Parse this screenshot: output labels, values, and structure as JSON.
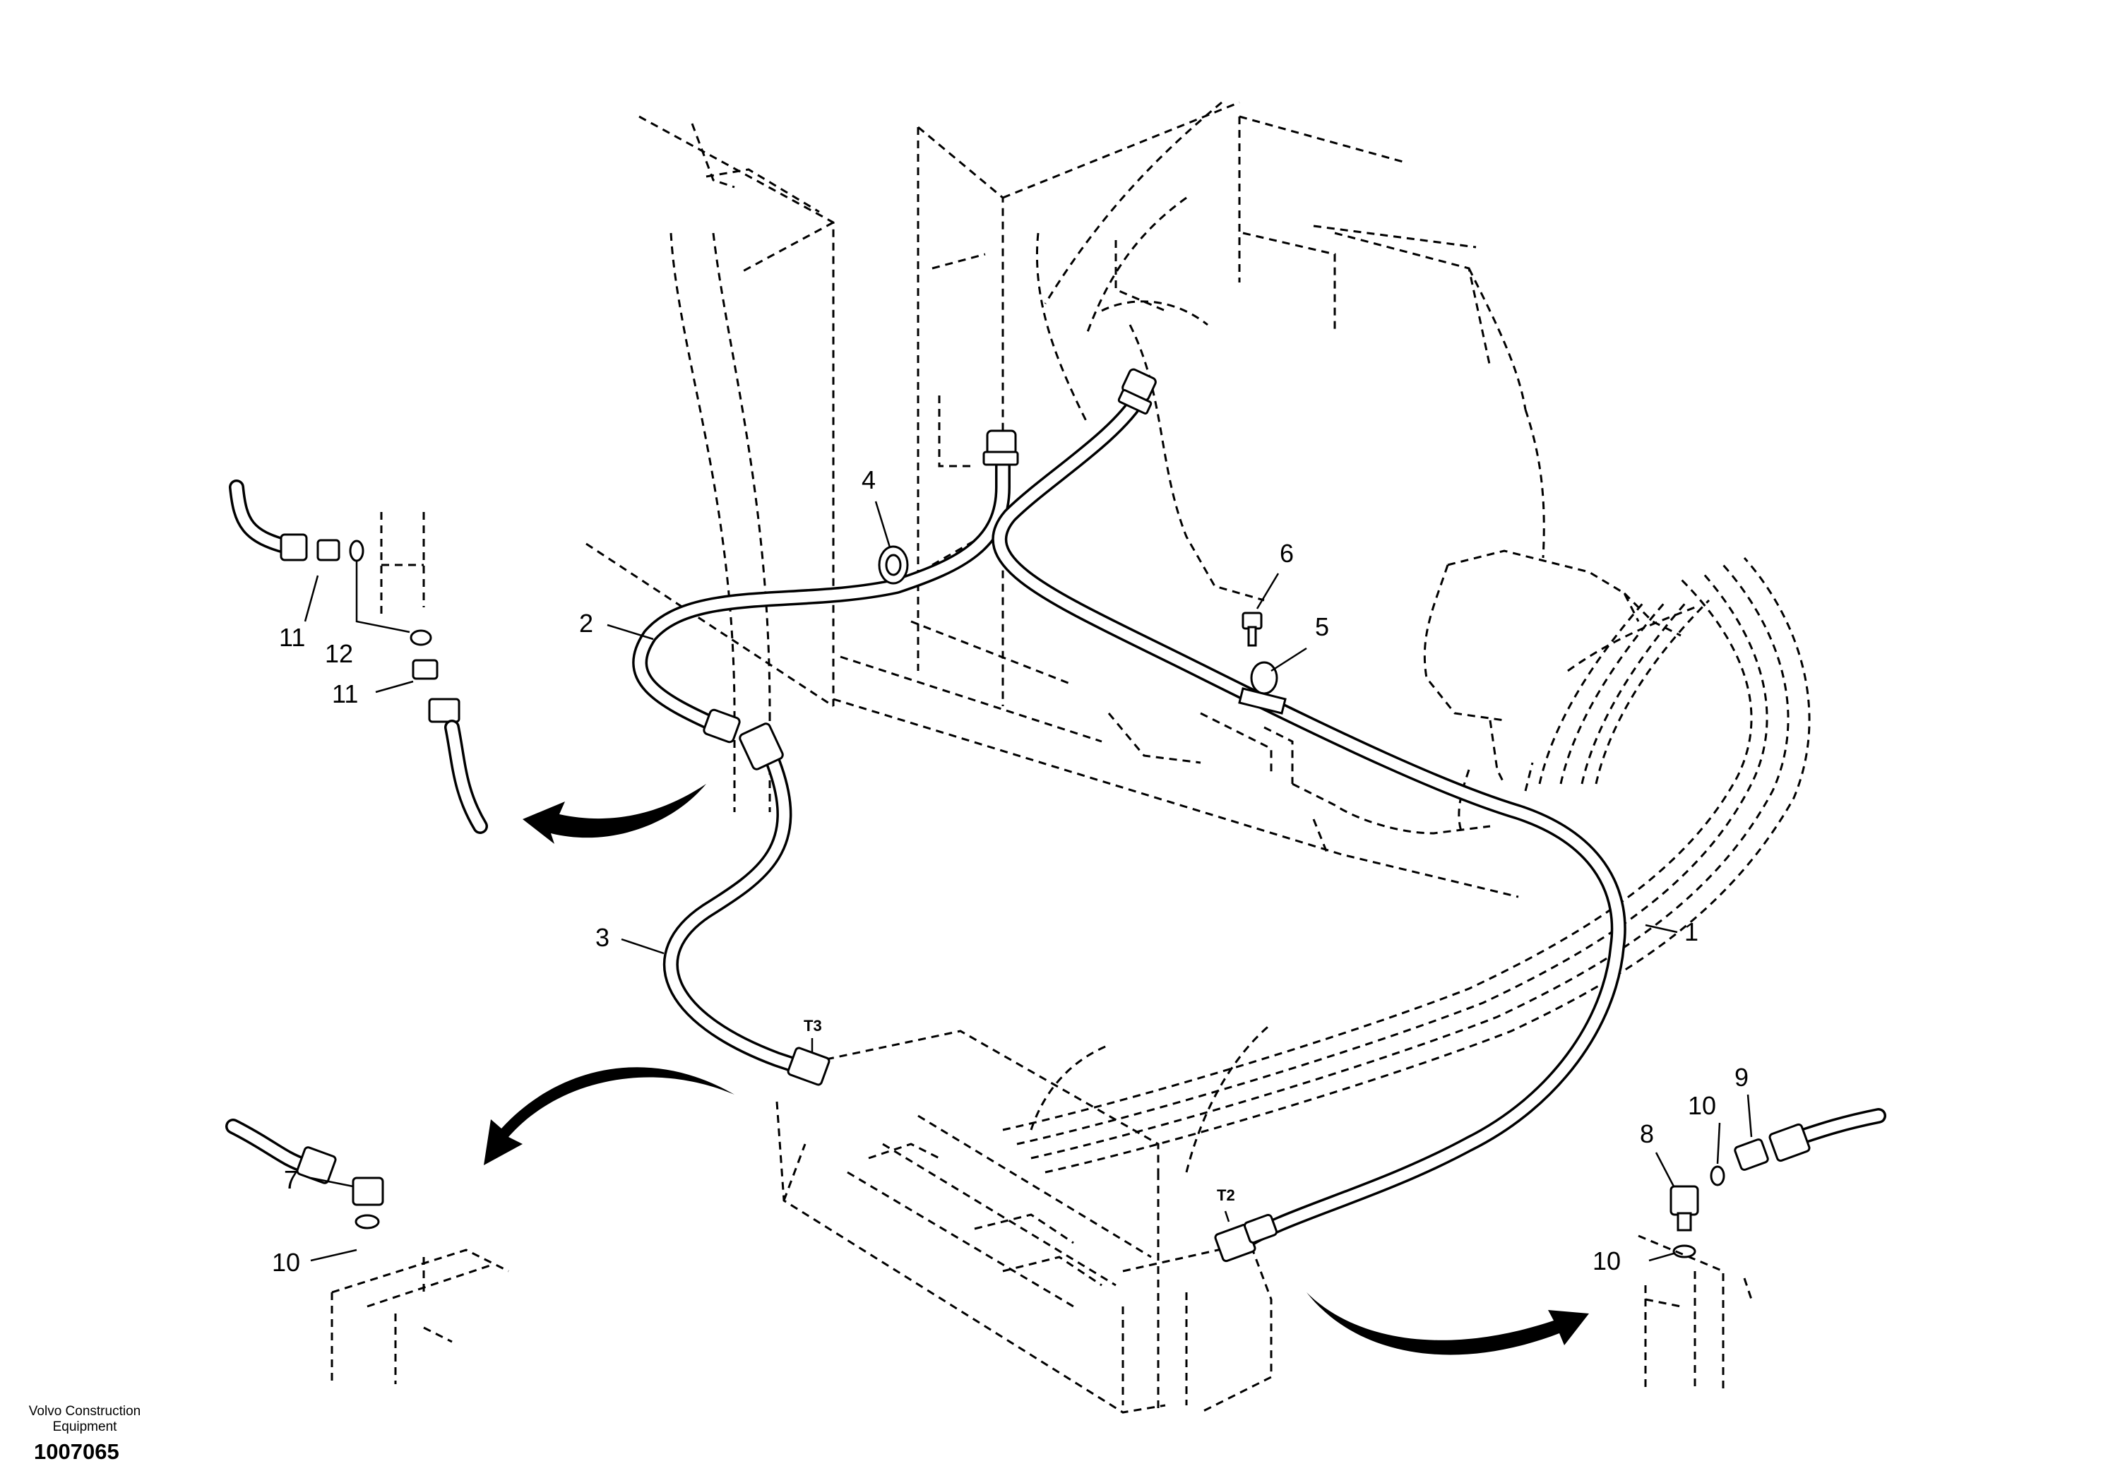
{
  "callouts": {
    "c1": "1",
    "c2": "2",
    "c3": "3",
    "c4": "4",
    "c5": "5",
    "c6": "6",
    "c7": "7",
    "c8": "8",
    "c9": "9",
    "c10a": "10",
    "c10b": "10",
    "c10c": "10",
    "c11a": "11",
    "c11b": "11",
    "c12": "12"
  },
  "ports": {
    "t2": "T2",
    "t3": "T3"
  },
  "footer": {
    "brand": "Volvo Construction Equipment",
    "doc_number": "1007065"
  }
}
